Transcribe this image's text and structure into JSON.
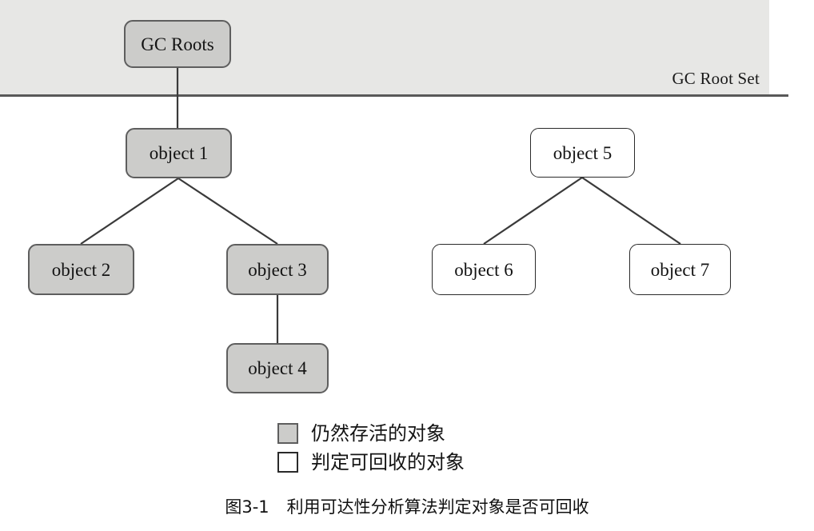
{
  "figure": {
    "root_set": {
      "label": "GC Root Set",
      "band_color": "#e7e7e5",
      "rule_color": "#595959"
    },
    "nodes": [
      {
        "id": "gc-roots",
        "label": "GC Roots",
        "state": "alive"
      },
      {
        "id": "object-1",
        "label": "object 1",
        "state": "alive"
      },
      {
        "id": "object-2",
        "label": "object 2",
        "state": "alive"
      },
      {
        "id": "object-3",
        "label": "object 3",
        "state": "alive"
      },
      {
        "id": "object-4",
        "label": "object 4",
        "state": "alive"
      },
      {
        "id": "object-5",
        "label": "object 5",
        "state": "dead"
      },
      {
        "id": "object-6",
        "label": "object 6",
        "state": "dead"
      },
      {
        "id": "object-7",
        "label": "object 7",
        "state": "dead"
      }
    ],
    "edges": [
      {
        "from": "gc-roots",
        "to": "object-1"
      },
      {
        "from": "object-1",
        "to": "object-2"
      },
      {
        "from": "object-1",
        "to": "object-3"
      },
      {
        "from": "object-3",
        "to": "object-4"
      },
      {
        "from": "object-5",
        "to": "object-6"
      },
      {
        "from": "object-5",
        "to": "object-7"
      }
    ],
    "legend": {
      "items": [
        {
          "swatch": "alive",
          "label": "仍然存活的对象"
        },
        {
          "swatch": "dead",
          "label": "判定可回收的对象"
        }
      ]
    },
    "caption": {
      "number": "图3-1",
      "text": "利用可达性分析算法判定对象是否可回收"
    },
    "colors": {
      "alive_fill": "#ccccca",
      "alive_border": "#5e5e5e",
      "dead_fill": "#ffffff",
      "dead_border": "#2a2a2a",
      "edge": "#3a3a3a"
    }
  }
}
